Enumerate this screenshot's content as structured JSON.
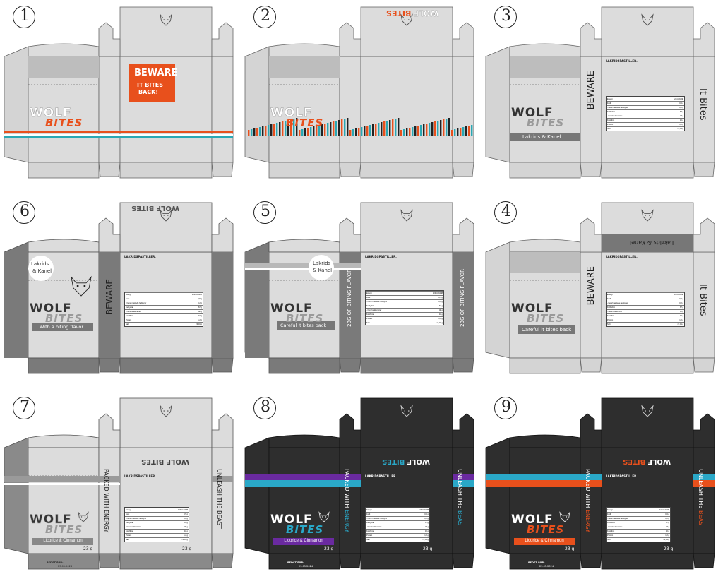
{
  "sheets": [
    {
      "number": "1",
      "logo_wolf": "WOLF",
      "logo_bites": "BITES",
      "warning_title": "BEWARE",
      "warning_sub1": "IT BITES",
      "warning_sub2": "BACK!",
      "accent": "#e8501c",
      "accent2": "#2aa8b4"
    },
    {
      "number": "2",
      "logo_wolf": "WOLF",
      "logo_bites": "BITES",
      "top_wolf": "WOLF",
      "top_bites": "BITES",
      "accent": "#e8501c"
    },
    {
      "number": "3",
      "logo_wolf": "WOLF",
      "logo_bites": "BITES",
      "flavor": "Lakrids & Kanel",
      "side_left": "BEWARE",
      "side_right": "It Bites",
      "info_title": "LAKRIDSPASTILLER."
    },
    {
      "number": "6",
      "logo_wolf": "WOLF",
      "logo_bites": "BITES",
      "tagline": "With a biting flavor",
      "side_left": "BEWARE",
      "badge_line1": "Lakrids",
      "badge_line2": "& Kanel",
      "top_wolf": "WOLF",
      "top_bites": "BITES",
      "info_title": "LAKRIDSPASTILLER."
    },
    {
      "number": "5",
      "logo_wolf": "WOLF",
      "logo_bites": "BITES",
      "tagline": "Careful it bites back",
      "side_left": "23G OF BITING FLAVOR",
      "side_right": "23G OF BITING FLAVOR",
      "badge_line1": "Lakrids",
      "badge_line2": "& Kanel",
      "info_title": "LAKRIDSPASTILLER."
    },
    {
      "number": "4",
      "logo_wolf": "WOLF",
      "logo_bites": "BITES",
      "tagline": "Careful it bites back",
      "flavor": "Lakrids & Kanel",
      "side_left": "BEWARE",
      "side_right": "It Bites",
      "info_title": "LAKRIDSPASTILLER."
    },
    {
      "number": "7",
      "logo_wolf": "WOLF",
      "logo_bites": "BITES",
      "flavor": "Licorice & Cinnamon",
      "side_left": "PACKED WITH ENERGY",
      "side_right": "UNLEASH THE BEAST",
      "top_wolf": "WOLF",
      "top_bites": "BITES",
      "weight": "23 g",
      "best_before_label": "BEDST FØR:",
      "best_before": "23.05.2024",
      "info_title": "LAKRIDSPASTILLER."
    },
    {
      "number": "8",
      "logo_wolf": "WOLF",
      "logo_bites": "BITES",
      "flavor": "Licorice & Cinnamon",
      "side_left_a": "PACKED WITH ",
      "side_left_b": "ENERGY",
      "side_right_a": "UNLEASH THE ",
      "side_right_b": "BEAST",
      "top_wolf": "WOLF",
      "top_bites": "BITES",
      "weight": "23 g",
      "best_before_label": "BEDST FØR:",
      "best_before": "23.05.2024",
      "info_title": "LAKRIDSPASTILLER.",
      "accent": "#2aa8c8",
      "accent2": "#6a2aa0"
    },
    {
      "number": "9",
      "logo_wolf": "WOLF",
      "logo_bites": "BITES",
      "flavor": "Licorice & Cinnamon",
      "side_left_a": "PACKED WITH ",
      "side_left_b": "ENERGY",
      "side_right_a": "UNLEASH THE ",
      "side_right_b": "BEAST",
      "top_wolf": "WOLF",
      "top_bites": "BITES",
      "weight": "23 g",
      "best_before_label": "BEDST FØR:",
      "best_before": "23.05.2024",
      "info_title": "LAKRIDSPASTILLER.",
      "accent": "#e8501c",
      "accent2": "#2aa8c8"
    }
  ],
  "nutrition_rows": [
    {
      "k": "Energi",
      "v": "1244 kJ/298"
    },
    {
      "k": "Fedt",
      "v": "0,5 g"
    },
    {
      "k": "- heraf mættede fedtsyrer",
      "v": "0,2 g"
    },
    {
      "k": "Kulhydrat",
      "v": "67 g"
    },
    {
      "k": "- heraf sukkerarter",
      "v": "48 g"
    },
    {
      "k": "Kostfibre",
      "v": "10 g"
    },
    {
      "k": "Protein",
      "v": "1,2 g"
    },
    {
      "k": "Salt",
      "v": "<0,01 g"
    }
  ],
  "colors": {
    "light": "#dcdcdc",
    "mid": "#c4c4c4",
    "dark": "#7a7a7a",
    "black": "#2e2e2e",
    "orange": "#e8501c",
    "teal": "#2aa8b4"
  }
}
